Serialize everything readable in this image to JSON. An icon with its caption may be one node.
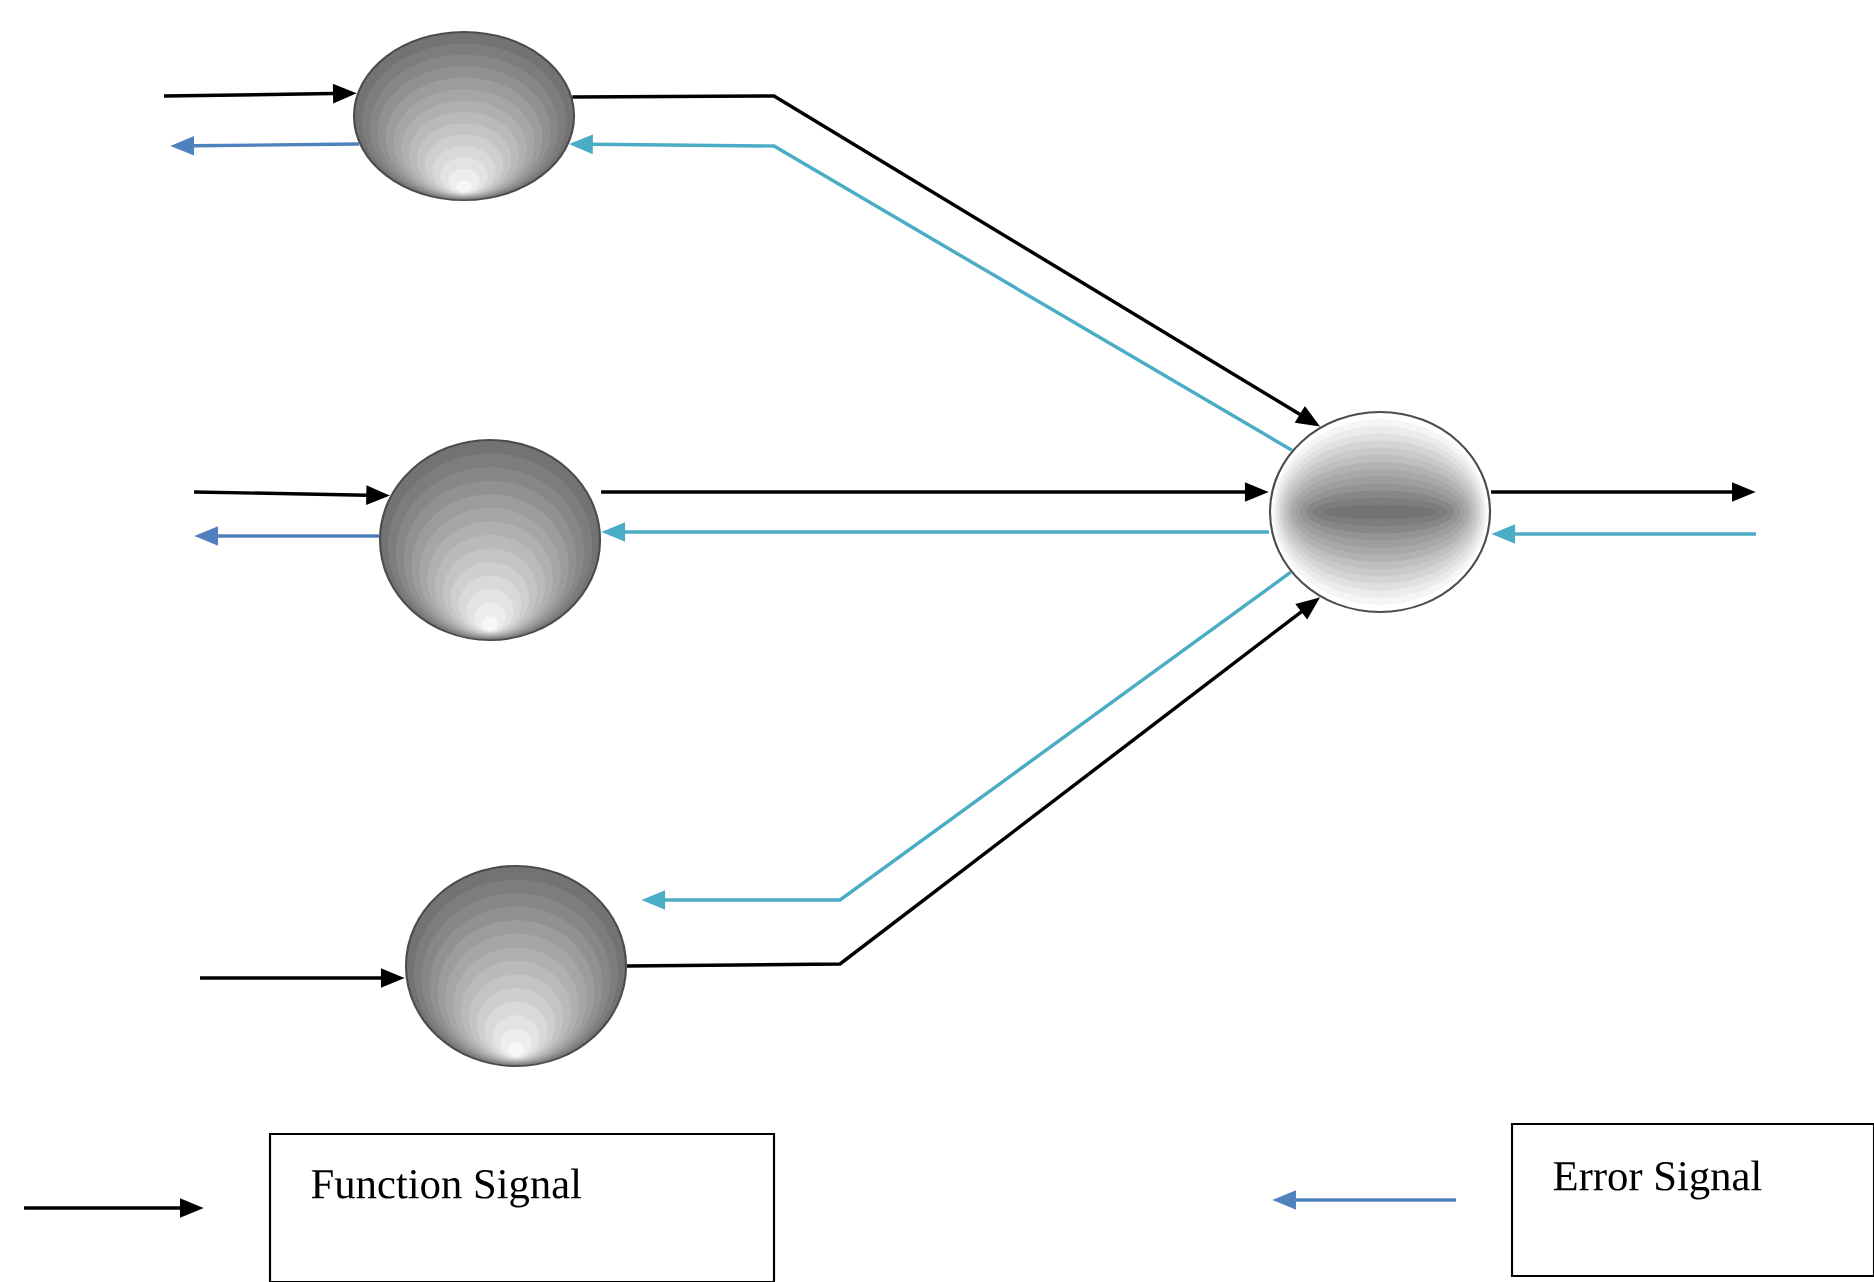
{
  "diagram": {
    "nodes": [
      {
        "text": [],
        "shape": "circle"
      },
      {
        "text": [],
        "shape": "circle"
      },
      {
        "text": [],
        "shape": "circle"
      },
      {
        "text": [],
        "shape": "circle"
      }
    ],
    "edges": [
      {
        "from": 0,
        "to": 3,
        "arrow": "to"
      },
      {
        "from": 3,
        "to": 0,
        "arrow": "to",
        "color": "#4bacc6"
      },
      {
        "from": 1,
        "to": 3,
        "arrow": "to"
      },
      {
        "from": 3,
        "to": 1,
        "arrow": "to",
        "color": "#4bacc6"
      },
      {
        "from": 2,
        "to": 3,
        "arrow": "to"
      },
      {
        "from": 3,
        "to": 2,
        "arrow": "to",
        "color": "#4bacc6"
      },
      {
        "from": null,
        "to": 0,
        "arrow": "to"
      },
      {
        "from": 0,
        "to": null,
        "arrow": "to",
        "color": "#4f81bd"
      },
      {
        "from": null,
        "to": 1,
        "arrow": "to"
      },
      {
        "from": 1,
        "to": null,
        "arrow": "to",
        "color": "#4f81bd"
      },
      {
        "from": null,
        "to": 2,
        "arrow": "to"
      },
      {
        "from": 3,
        "to": null,
        "arrow": "to"
      },
      {
        "from": null,
        "to": 3,
        "arrow": "to",
        "color": "#4bacc6"
      }
    ],
    "legend": [
      {
        "text": "Function Signal"
      },
      {
        "text": "Error Signal"
      }
    ]
  }
}
